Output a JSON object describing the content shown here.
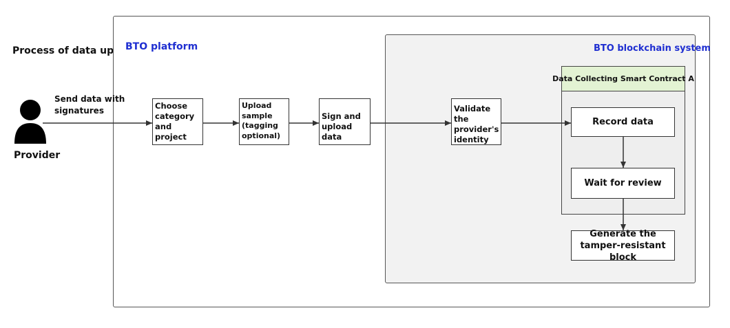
{
  "title": "Process of data upload",
  "platform_label": "BTO platform",
  "blockchain_label": "BTO blockchain system",
  "contract_label": "Data Collecting Smart Contract A",
  "provider_label": "Provider",
  "send_label_line1": "Send data with",
  "send_label_line2": "signatures",
  "steps": {
    "choose": [
      "Choose",
      "category and",
      "project"
    ],
    "upload_sample": [
      "Upload",
      "sample",
      "(tagging",
      "optional)"
    ],
    "sign_upload": [
      "Sign and",
      "upload data"
    ],
    "validate": [
      "Validate the",
      "provider's",
      "identity"
    ],
    "record": "Record data",
    "wait_review": "Wait for review",
    "generate": [
      "Generate the",
      "tamper-resistant block"
    ]
  },
  "colors": {
    "label_blue": "#1f2fd1",
    "contract_header": "#e3f3d3",
    "chain_bg": "#f2f2f2"
  },
  "icons": {
    "provider": "person-icon"
  }
}
